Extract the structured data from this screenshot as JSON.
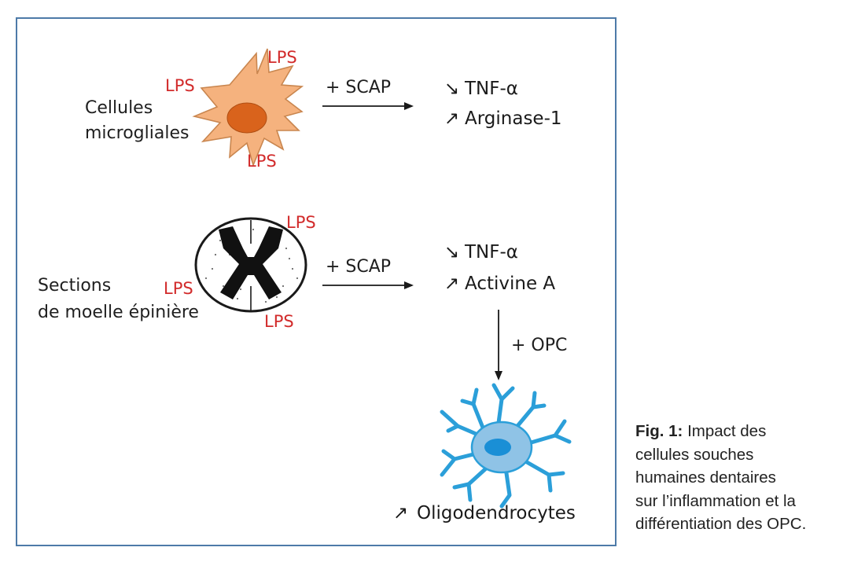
{
  "top_row": {
    "cell_label_line1": "Cellules",
    "cell_label_line2": "microgliales",
    "lps_label": "LPS",
    "treatment": "+ SCAP",
    "down_marker": "↘",
    "up_marker": "↗",
    "result_down": "TNF-α",
    "result_up": "Arginase-1"
  },
  "middle_row": {
    "tissue_label_line1": "Sections",
    "tissue_label_line2": "de moelle épinière",
    "lps_label": "LPS",
    "treatment": "+ SCAP",
    "down_marker": "↘",
    "up_marker": "↗",
    "result_down": "TNF-α",
    "result_up": "Activine A"
  },
  "bottom": {
    "treatment": "+ OPC",
    "up_marker": "↗",
    "result": "Oligodendrocytes"
  },
  "caption": {
    "fig_label": "Fig. 1:",
    "line1": "Impact des",
    "line2": "cellules souches",
    "line3": "humaines dentaires",
    "line4": "sur l’inflammation et la",
    "line5": "différentiation des OPC."
  },
  "colors": {
    "frame": "#4d7aa8",
    "lps": "#d22b2b",
    "microglia_body": "#f5b27e",
    "microglia_nucleus": "#d9631c",
    "oligo_body": "#8fc3e6",
    "oligo_nucleus": "#1a8fd6",
    "oligo_processes": "#2b9fd9"
  }
}
